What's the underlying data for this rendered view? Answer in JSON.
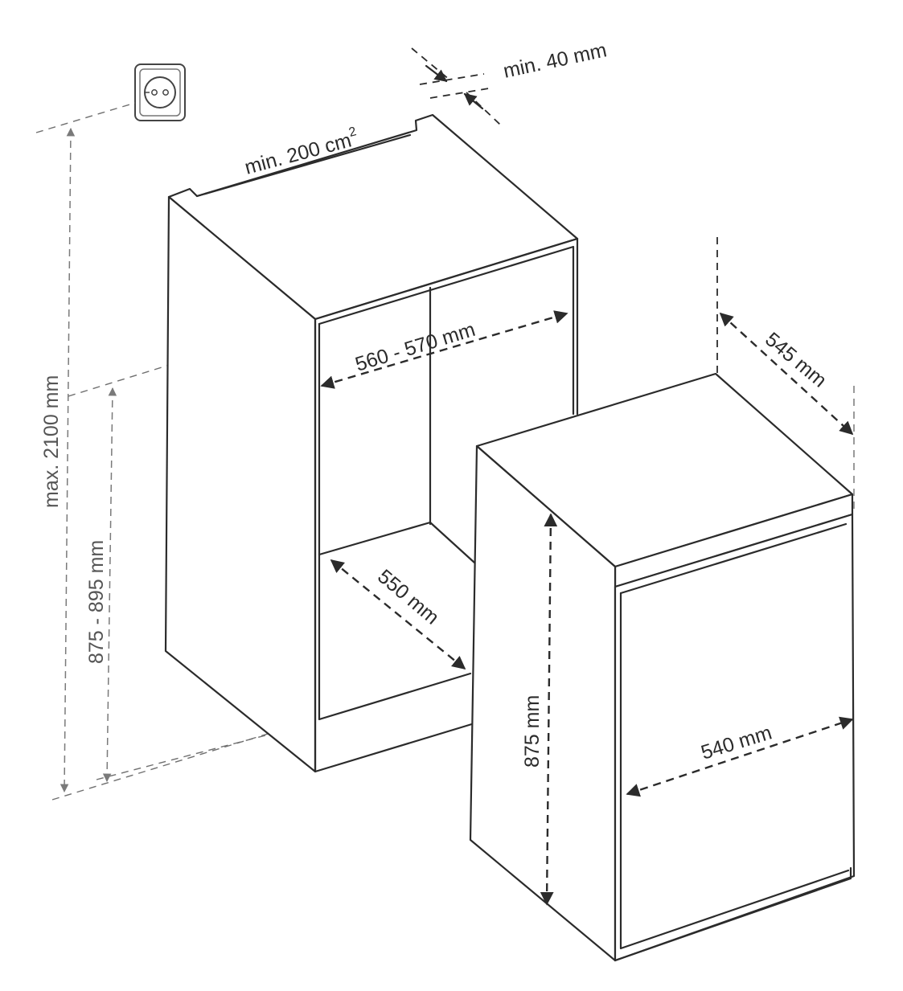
{
  "labels": {
    "max_height": "max. 2100 mm",
    "niche_height": "875 - 895 mm",
    "niche_width": "560 - 570 mm",
    "niche_depth": "550 mm",
    "vent_area": "min. 200 cm",
    "vent_area_exp": "2",
    "rear_gap": "min. 40 mm",
    "appliance_depth": "545 mm",
    "appliance_height": "875 mm",
    "appliance_width": "540 mm"
  },
  "icons": {
    "socket": "power-socket-icon"
  },
  "colors": {
    "line": "#2b2b2b",
    "guide": "#6f6f6f",
    "background": "#ffffff"
  }
}
